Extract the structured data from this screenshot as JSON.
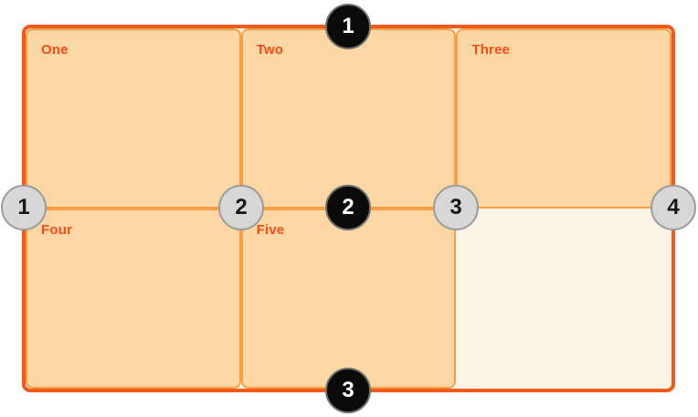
{
  "cells": [
    {
      "label": "One"
    },
    {
      "label": "Two"
    },
    {
      "label": "Three"
    },
    {
      "label": "Four"
    },
    {
      "label": "Five"
    },
    {
      "label": ""
    }
  ],
  "row_line_markers": {
    "items": [
      "1",
      "2",
      "3"
    ]
  },
  "column_line_markers": {
    "items": [
      "1",
      "2",
      "3",
      "4"
    ]
  },
  "colors": {
    "container_border": "#F25A1C",
    "container_background": "#FDF4E8",
    "cell_background": "#FBD7A4",
    "cell_border": "#FA9E45",
    "cell_label_text": "#FB4A17",
    "row_marker_background": "#0B0B0B",
    "row_marker_text": "#FFFFFF",
    "column_marker_background": "#D7D7D7",
    "column_marker_border": "#9B9B9B",
    "column_marker_text": "#161616",
    "page_background": "#FFFFFF"
  }
}
